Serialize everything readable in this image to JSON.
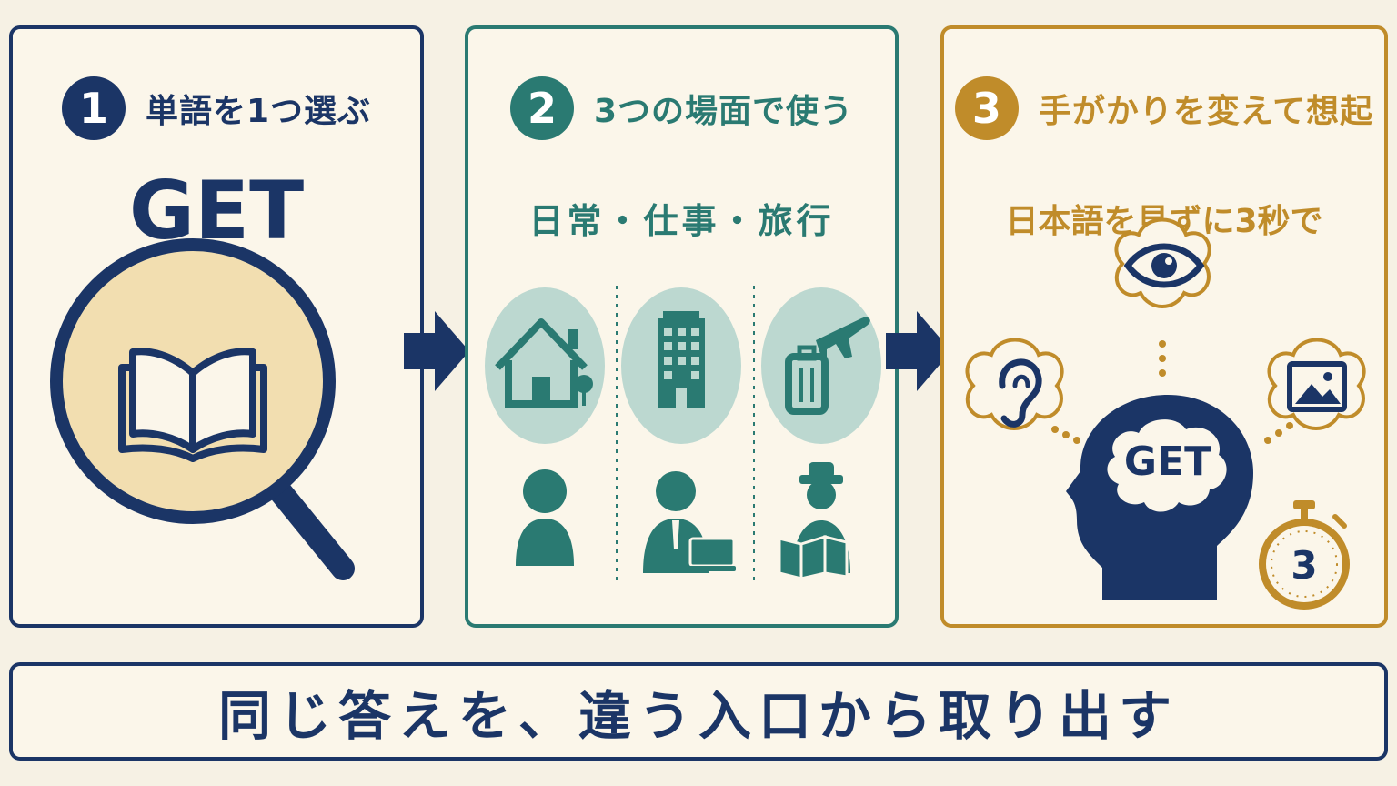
{
  "steps": [
    {
      "number": "1",
      "title": "単語を1つ選ぶ",
      "subtitle": "GET"
    },
    {
      "number": "2",
      "title": "3つの場面で使う",
      "subtitle": "日常・仕事・旅行"
    },
    {
      "number": "3",
      "title": "手がかりを変えて想起",
      "subtitle": "日本語を見ずに3秒で",
      "brain_word": "GET",
      "timer_value": "3"
    }
  ],
  "footer": {
    "text": "同じ答えを、違う入口から取り出す"
  },
  "colors": {
    "navy": "#1b3566",
    "teal": "#2a7a72",
    "gold": "#c08c2a",
    "background": "#f6f1e4"
  },
  "icons": [
    "magnifier-book-icon",
    "house-icon",
    "office-building-icon",
    "travel-icon",
    "person-icon",
    "businessman-icon",
    "traveler-icon",
    "ear-icon",
    "eye-icon",
    "image-icon",
    "head-brain-icon",
    "stopwatch-icon"
  ]
}
